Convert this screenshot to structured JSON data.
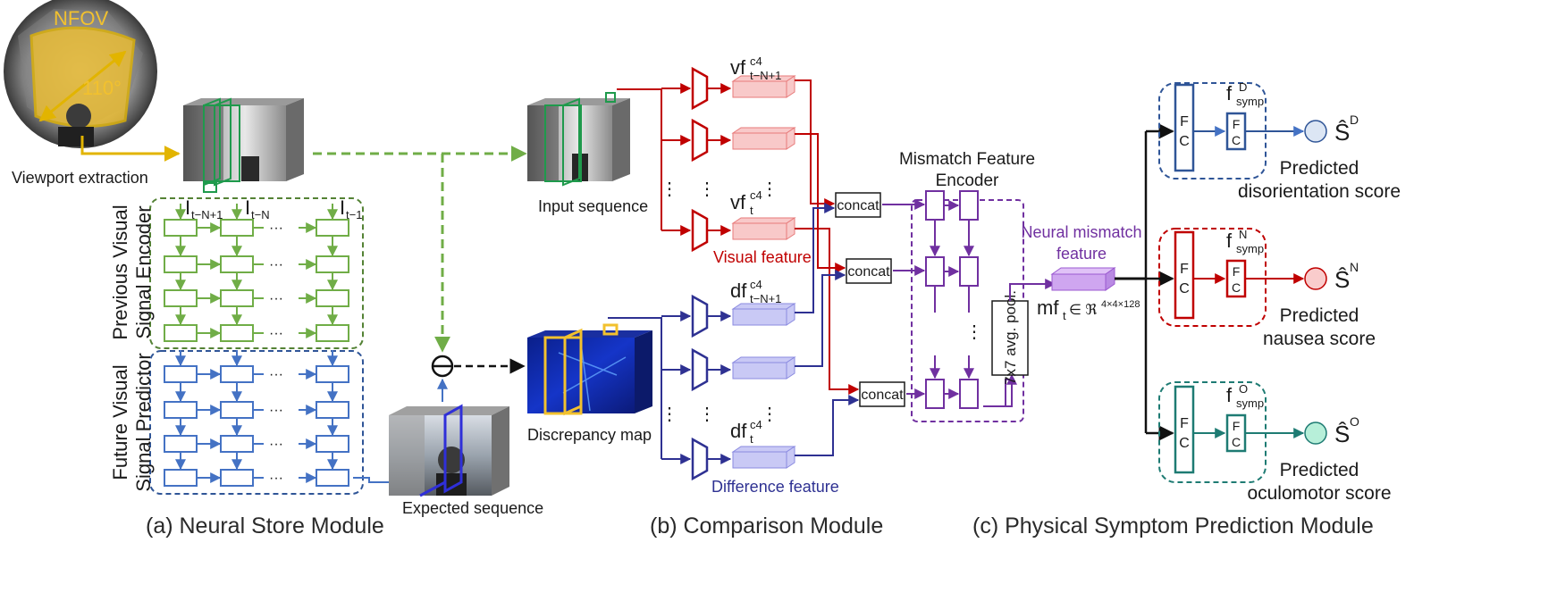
{
  "neural_store": {
    "nfov": "NFOV",
    "angle": "110°",
    "viewport_extraction": "Viewport extraction",
    "prev_encoder_line1": "Previous Visual",
    "prev_encoder_line2": "Signal Encoder",
    "future_predictor_line1": "Future Visual",
    "future_predictor_line2": "Signal Predictor",
    "col_labels": [
      {
        "main": "I",
        "sub": "t−N+1"
      },
      {
        "main": "I",
        "sub": "t−N"
      },
      {
        "main": "I",
        "sub": "t−1"
      }
    ],
    "dots": "···",
    "expected_sequence": "Expected sequence",
    "caption": "(a) Neural Store Module"
  },
  "comparison": {
    "input_sequence": "Input sequence",
    "discrepancy_map": "Discrepancy map",
    "visual_feature": "Visual feature",
    "difference_feature": "Difference feature",
    "vf_first": {
      "main": "vf",
      "sup": "c4",
      "sub": "t−N+1"
    },
    "vf_last": {
      "main": "vf",
      "sup": "c4",
      "sub": "t"
    },
    "df_first": {
      "main": "df",
      "sup": "c4",
      "sub": "t−N+1"
    },
    "df_last": {
      "main": "df",
      "sup": "c4",
      "sub": "t"
    },
    "vdots": "⋮",
    "concat": "concat",
    "encoder_title_line1": "Mismatch Feature",
    "encoder_title_line2": "Encoder",
    "caption": "(b) Comparison Module"
  },
  "prediction": {
    "neural_mismatch_line1": "Neural mismatch",
    "neural_mismatch_line2": "feature",
    "pool_label": "7x7 avg. pool.",
    "mf": {
      "main": "mf",
      "sub": "t",
      "rel": " ∈ ℜ",
      "sup": "4×4×128"
    },
    "fc_top": "F",
    "fc_bottom": "C",
    "f_symp": {
      "main": "f",
      "sub": "symp"
    },
    "branches": [
      {
        "sup": "D",
        "score_main": "Ŝ",
        "line1": "Predicted",
        "line2": "disorientation score",
        "color": "#2f5597",
        "fill": "#dce6f4"
      },
      {
        "sup": "N",
        "score_main": "Ŝ",
        "line1": "Predicted",
        "line2": "nausea score",
        "color": "#c00000",
        "fill": "#f9cccc"
      },
      {
        "sup": "O",
        "score_main": "Ŝ",
        "line1": "Predicted",
        "line2": "oculomotor score",
        "color": "#1e7b73",
        "fill": "#b7efd9"
      }
    ],
    "caption": "(c) Physical Symptom Prediction Module"
  },
  "colors": {
    "green": "#70ad47",
    "blue": "#4472c4",
    "red": "#c00000",
    "navy": "#2e3192",
    "purple": "#7030a0",
    "teal": "#1e7b73",
    "pink_feature": "#f8c9c9",
    "lavender_feature": "#c9c9f5",
    "mismatch_feature": "#cfa6f0"
  }
}
